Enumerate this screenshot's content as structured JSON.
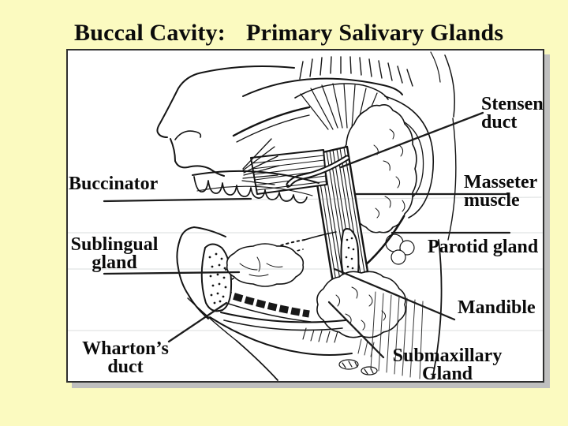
{
  "slide": {
    "background_color": "#FBFAC0",
    "panel_background": "#FFFFFF",
    "panel_border_color": "#2F2F2F",
    "panel_shadow_color": "#BFBFBF",
    "ink_color": "#141414",
    "title": {
      "prefix": "Buccal Cavity:",
      "rest": "Primary Salivary Glands"
    }
  },
  "labels": {
    "stensens_duct": {
      "line1": "Stensen’s",
      "line2": "duct"
    },
    "buccinator": {
      "text": "Buccinator"
    },
    "masseter_muscle": {
      "line1": "Masseter",
      "line2": "muscle"
    },
    "sublingual_gland": {
      "line1": "Sublingual",
      "line2": "gland"
    },
    "parotid_gland": {
      "text": "Parotid gland"
    },
    "mandible": {
      "text": "Mandible"
    },
    "whartons_duct": {
      "line1": "Wharton’s",
      "line2": "duct"
    },
    "submaxillary_gland": {
      "line1": "Submaxillary",
      "line2": "Gland"
    }
  }
}
